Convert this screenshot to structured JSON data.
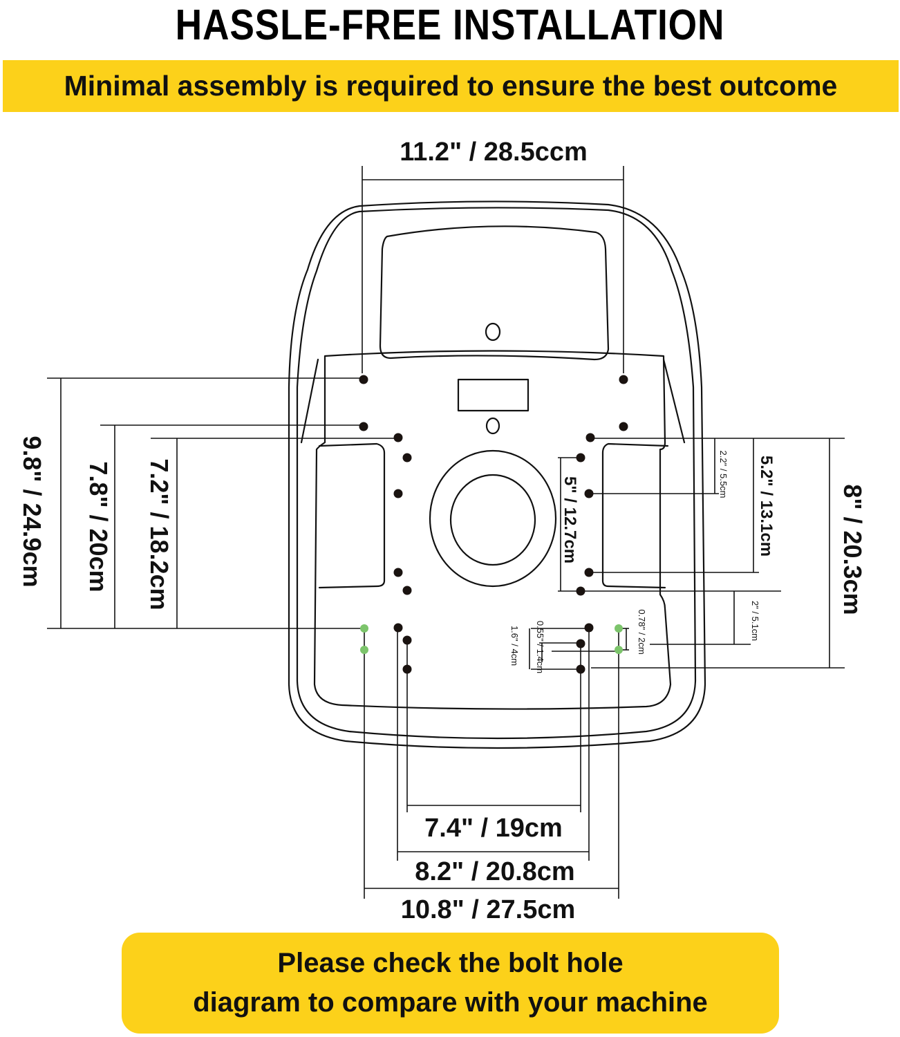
{
  "header": {
    "title": "HASSLE-FREE INSTALLATION",
    "subtitle": "Minimal assembly is required to ensure the best outcome"
  },
  "dimensions": {
    "top_width": "11.2\" / 28.5ccm",
    "left_outer": "9.8\" / 24.9cm",
    "left_middle": "7.8\" / 20cm",
    "left_inner": "7.2\" / 18.2cm",
    "center_vertical": "5\" / 12.7cm",
    "right_small_top": "2.2\" / 5.5cm",
    "right_middle": "5.2\" / 13.1cm",
    "right_outer": "8\" / 20.3cm",
    "right_small_bottom": "2\" / 5.1cm",
    "green_spacing": "0.78\" / 2cm",
    "center_small_a": "0.55\" / 1.4cm",
    "center_small_b": "1.6\" / 4cm",
    "bottom_inner": "7.4\" / 19cm",
    "bottom_middle": "8.2\" / 20.8cm",
    "bottom_outer": "10.8\" / 27.5cm"
  },
  "footer": {
    "line1": "Please check the bolt hole",
    "line2": "diagram to compare with your machine"
  },
  "colors": {
    "banner": "#fcd11a",
    "bolt_hole": "#1a1310",
    "green_hole": "#7cc46b",
    "line": "#111111"
  }
}
